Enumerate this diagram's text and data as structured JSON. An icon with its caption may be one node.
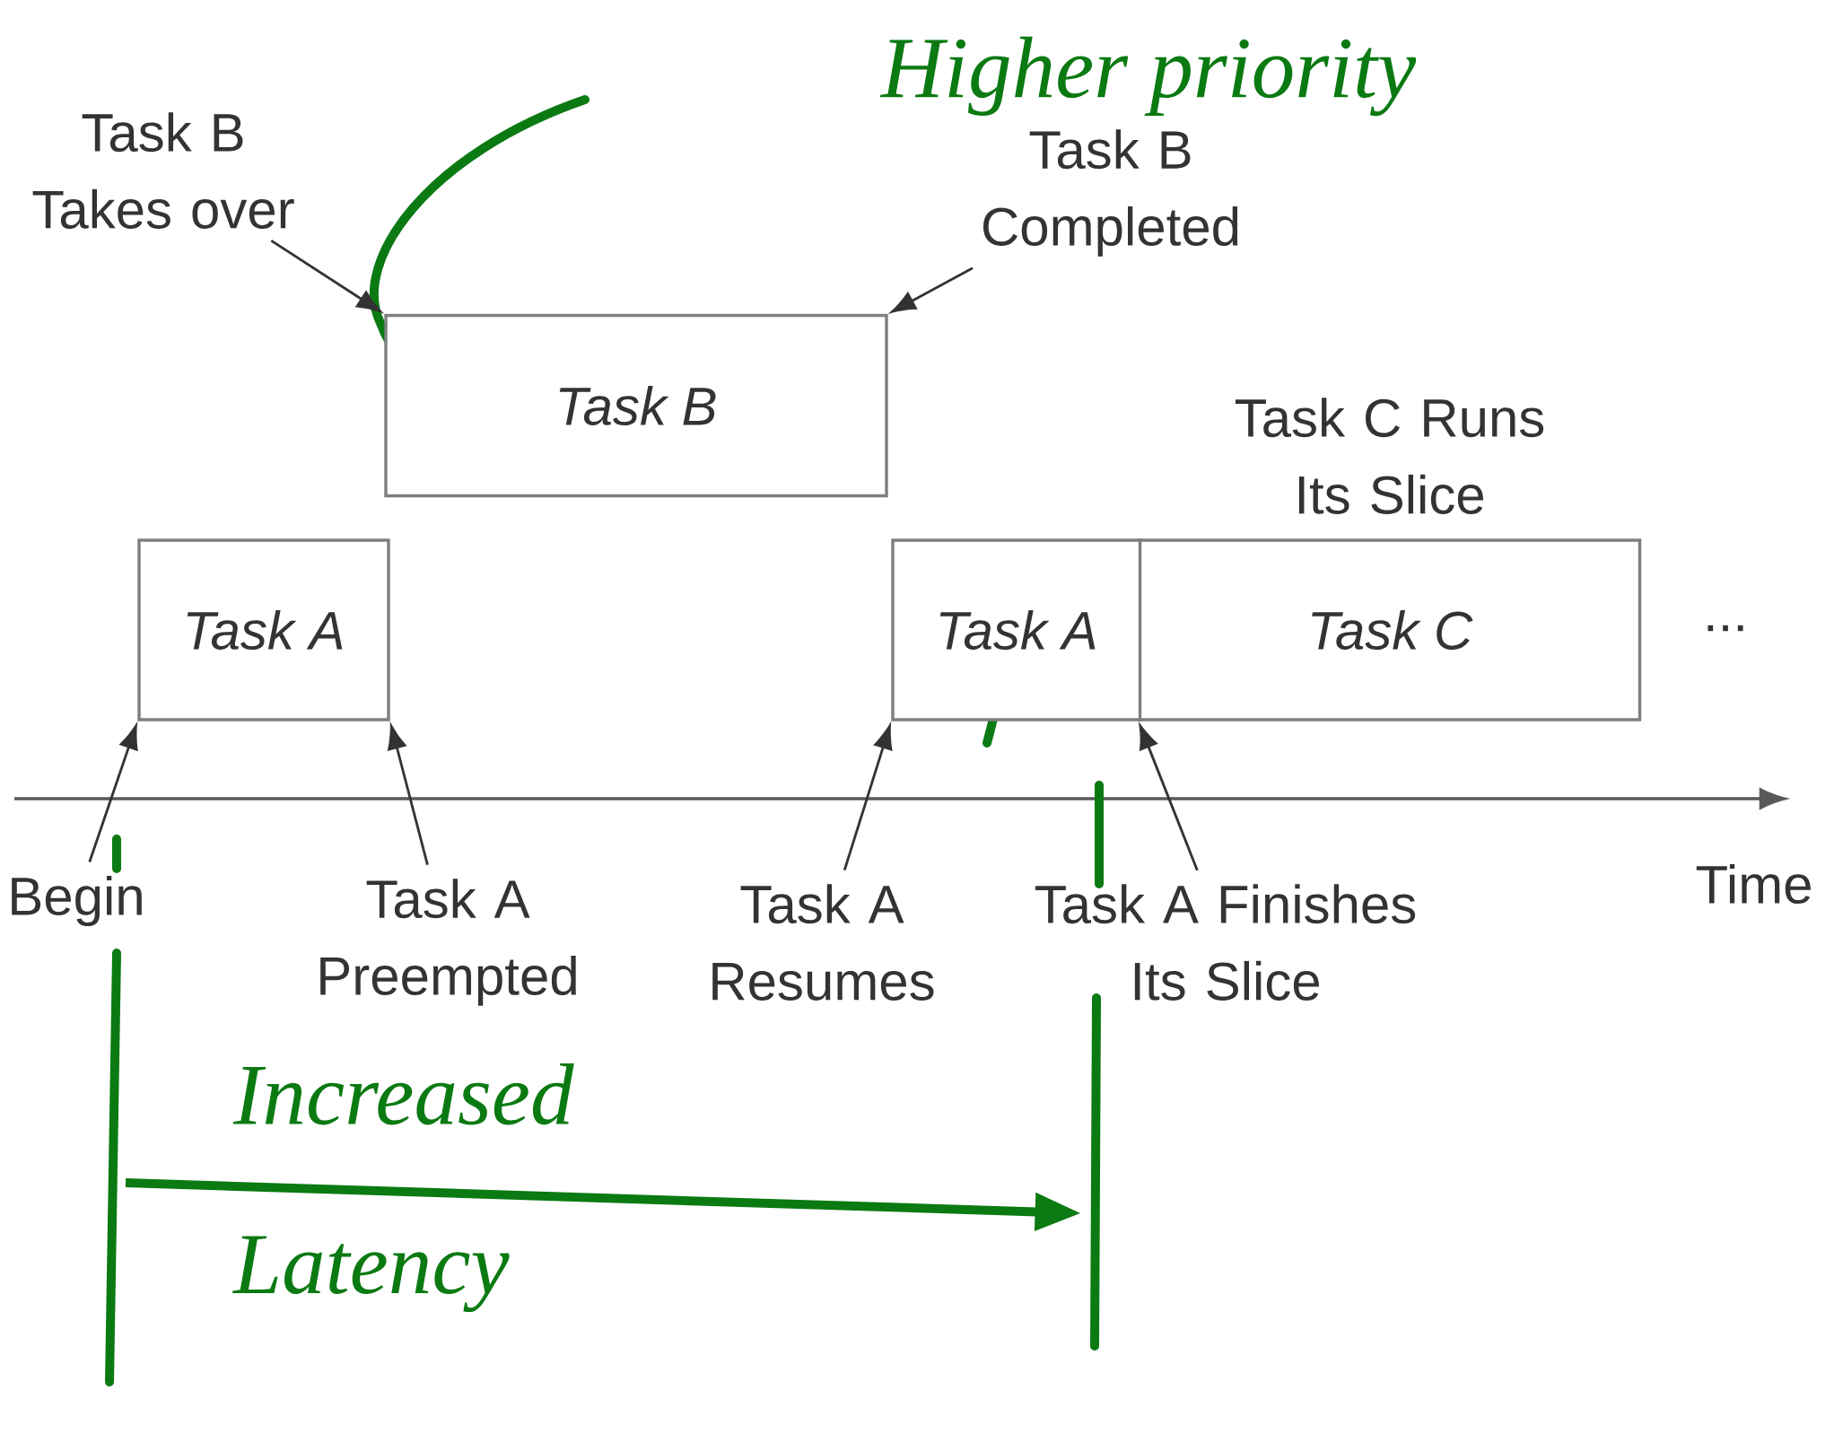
{
  "diagram": {
    "nodes": [
      {
        "text": [
          "Task B Takes over"
        ]
      },
      {
        "text": [
          "Task B Completed"
        ]
      },
      {
        "text": [
          "Task B"
        ]
      },
      {
        "text": [
          "Task A"
        ]
      },
      {
        "text": [
          "Task A"
        ]
      },
      {
        "text": [
          "Task C"
        ],
        "beside": [
          "Task C Runs Its Slice"
        ]
      },
      {
        "text": [
          "Begin"
        ]
      },
      {
        "text": [
          "Task A Preempted"
        ]
      },
      {
        "text": [
          "Task A Resumes"
        ]
      },
      {
        "text": [
          "Task A Finishes Its Slice"
        ]
      }
    ],
    "edges": [
      {
        "from": 0,
        "to": 2,
        "arrow": "to"
      },
      {
        "from": 1,
        "to": 2,
        "arrow": "to"
      },
      {
        "from": 6,
        "to": 3,
        "arrow": "to"
      },
      {
        "from": 7,
        "to": 3,
        "arrow": "to"
      },
      {
        "from": 8,
        "to": 4,
        "arrow": "to"
      },
      {
        "from": 9,
        "to": 5,
        "arrow": "to"
      }
    ],
    "labels": [
      "Higher priority",
      "...",
      "Time",
      "Increased Latency"
    ]
  }
}
